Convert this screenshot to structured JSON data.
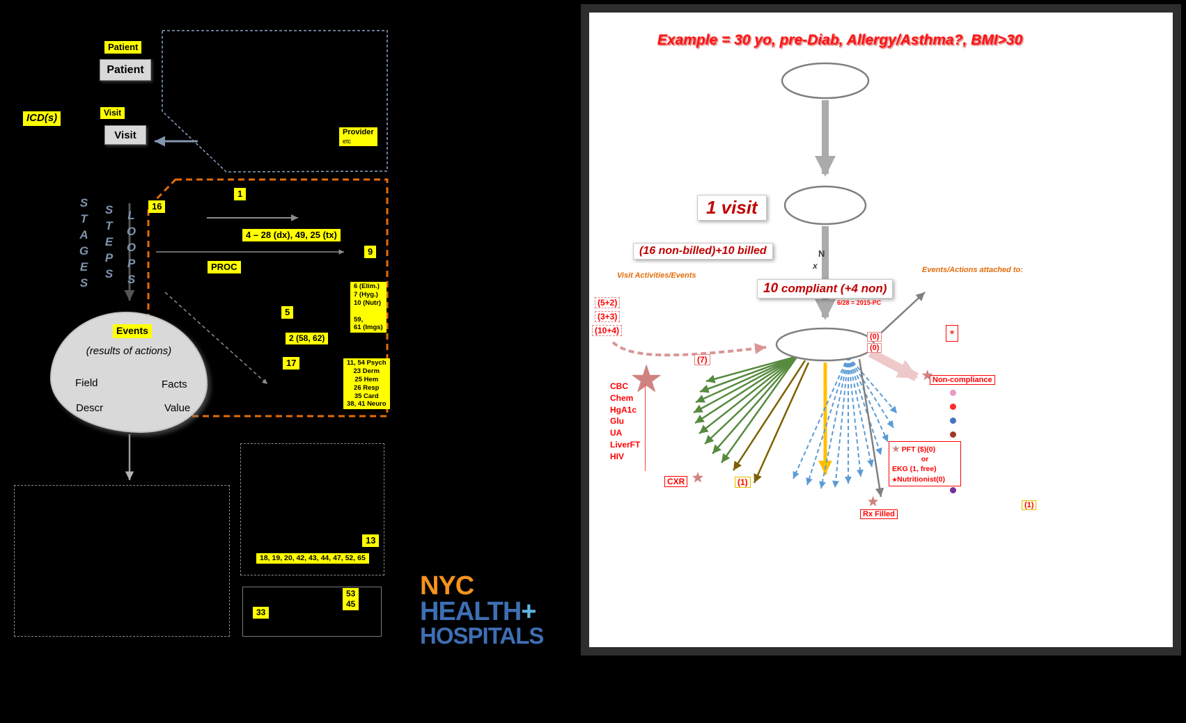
{
  "icons": {
    "star": "★"
  },
  "left": {
    "patient_tag": "Patient",
    "patient_box": "Patient",
    "icd_label": "ICD(s)",
    "visit_tag": "Visit",
    "visit_box": "Visit",
    "provider_label": "Provider",
    "provider_etc": "etc",
    "rails": {
      "stages": "STAGES",
      "steps": "STEPS",
      "loops": "LOOPS"
    },
    "stage_labels": {
      "n16": "16",
      "n1": "1",
      "dx_tx": "4 – 28 (dx), 49, 25 (tx)",
      "proc": "PROC",
      "n9": "9",
      "elim_box": "6 (Elim.)\n7 (Hyg.)\n10 (Nutr)\n\n59,\n61  (Imgs)",
      "n5": "5",
      "n2": "2 (58, 62)",
      "n17": "17",
      "specialties_box": "11, 54 Psych\n23 Derm\n25 Hem\n26 Resp\n35 Card\n38, 41 Neuro"
    },
    "events_blob": {
      "title": "Events",
      "subtitle": "(results of actions)",
      "field": "Field",
      "facts": "Facts",
      "descr": "Descr",
      "value": "Value"
    },
    "bottom_boxes": {
      "n13": "13",
      "id_list": "18, 19, 20, 42, 43, 44, 47, 52, 65",
      "n33": "33",
      "n53_45": "53\n45"
    },
    "logo": {
      "nyc": "NYC",
      "health": "HEALTH",
      "plus": "+",
      "hospitals": "HOSPITALS"
    }
  },
  "right": {
    "title": "Example = 30 yo, pre-Diab, Allergy/Asthma?, BMI>30",
    "visit_callout": "1 visit",
    "billed_callout": "(16 non-billed)+10 billed",
    "n_times": "N",
    "x_times": "x",
    "visit_activities": "Visit Activities/Events",
    "events_attached": "Events/Actions attached to:",
    "compliant_num": "10",
    "compliant_rest": " compliant (+4 non)",
    "pc_note": "6/28 = 2015-PC",
    "tally_boxes": [
      "(5+2)",
      "(3+3)",
      "(10+4)"
    ],
    "seven": "(7)",
    "labs": [
      "CBC",
      "Chem",
      "HgA1c",
      "Glu",
      "UA",
      "LiverFT",
      "HIV"
    ],
    "cxr": "CXR",
    "one_mid": "(1)",
    "zeros": [
      "(0)",
      "(0)"
    ],
    "noncompliance": "Non-compliance",
    "orders_box": {
      "pft": "PFT ($)(0)",
      "or": "or",
      "ekg": "EKG (1, free)",
      "nutritionist": "Nutritionist(0)"
    },
    "rx_filled": "Rx Filled",
    "one_right": "(1)",
    "legend_dots": [
      "#e79bc0",
      "#ff2a2a",
      "#4472c4",
      "#9e3a26",
      "#5b9bd5",
      "#c00000",
      "#bdbd00",
      "#7030a0"
    ],
    "accent_red": "#ff0000",
    "accent_orange": "#e36c09"
  }
}
